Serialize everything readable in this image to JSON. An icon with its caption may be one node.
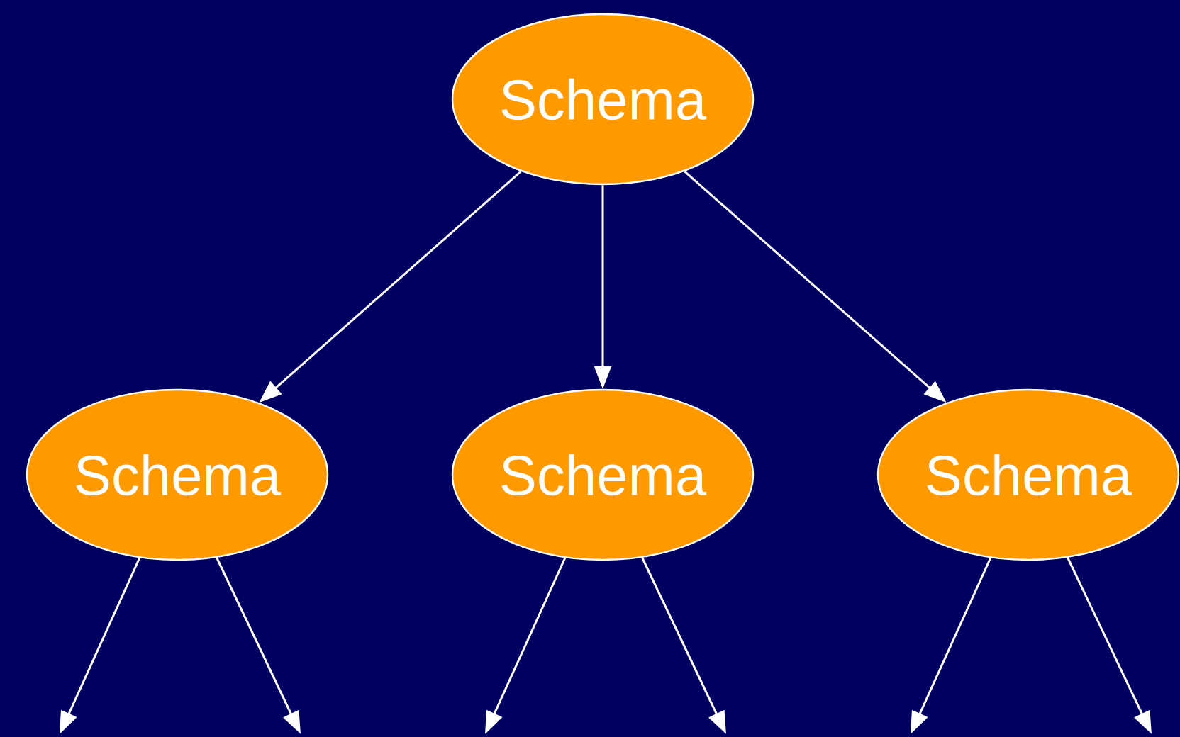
{
  "diagram": {
    "nodes": [
      {
        "text": [
          "Schema"
        ]
      },
      {
        "text": [
          "Schema"
        ]
      },
      {
        "text": [
          "Schema"
        ]
      },
      {
        "text": [
          "Schema"
        ]
      }
    ],
    "edges": [
      {
        "from": 0,
        "to": 1,
        "arrow": "to"
      },
      {
        "from": 0,
        "to": 2,
        "arrow": "to"
      },
      {
        "from": 0,
        "to": 3,
        "arrow": "to"
      },
      {
        "from": 1,
        "to": null,
        "arrow": "to"
      },
      {
        "from": 1,
        "to": null,
        "arrow": "to"
      },
      {
        "from": 2,
        "to": null,
        "arrow": "to"
      },
      {
        "from": 2,
        "to": null,
        "arrow": "to"
      },
      {
        "from": 3,
        "to": null,
        "arrow": "to"
      },
      {
        "from": 3,
        "to": null,
        "arrow": "to"
      }
    ]
  }
}
